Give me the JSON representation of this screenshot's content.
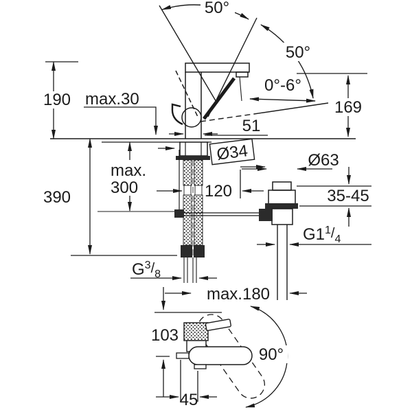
{
  "drawing": {
    "title_hint": "faucet-dimension-drawing",
    "labels": {
      "angle_open_left": "50°",
      "angle_open_right": "50°",
      "spout_tilt": "0°-6°",
      "height_above_deck": "190",
      "deck_thickness": "max.30",
      "outlet_height": "169",
      "body_depth": "51",
      "shank_diameter": "Ø34",
      "hose_length_line1": "max.",
      "hose_length_line2": "300",
      "hose_offset": "120",
      "below_deck_height": "390",
      "drain_flange_diameter": "Ø63",
      "drain_clamp_range": "35-45",
      "drain_thread": {
        "prefix": "G1",
        "numerator": "1",
        "slash": "/",
        "denominator": "4"
      },
      "supply_thread": {
        "prefix": "G",
        "numerator": "3",
        "slash": "/",
        "denominator": "8"
      },
      "rod_reach": "max.180",
      "top_view_depth": "103",
      "swivel_angle": "90°",
      "top_view_offset": "45"
    },
    "colors": {
      "line": "#1b1b1b",
      "background": "#ffffff"
    }
  }
}
